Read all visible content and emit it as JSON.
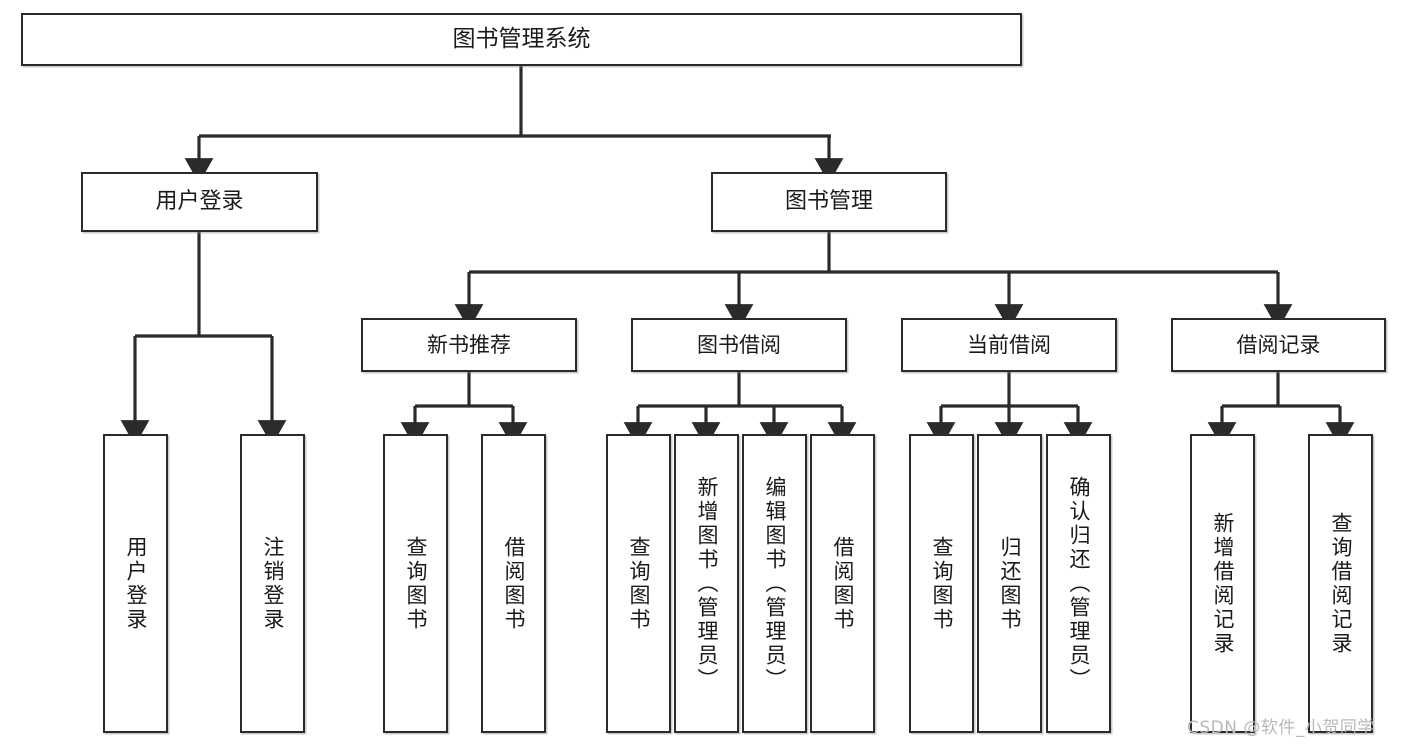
{
  "diagram": {
    "title": "图书管理系统",
    "watermark": "CSDN @软件_小贺同学",
    "colors": {
      "stroke": "#2b2b2b",
      "fill": "#ffffff",
      "text": "#1a1a1a",
      "watermark": "#b9b9b9"
    },
    "root": {
      "id": "root",
      "label": "图书管理系统"
    },
    "level1": [
      {
        "id": "user-login",
        "label": "用户登录"
      },
      {
        "id": "book-manage",
        "label": "图书管理"
      }
    ],
    "level2": [
      {
        "id": "new-book-recommend",
        "label": "新书推荐",
        "parent": "book-manage"
      },
      {
        "id": "book-borrow",
        "label": "图书借阅",
        "parent": "book-manage"
      },
      {
        "id": "current-borrow",
        "label": "当前借阅",
        "parent": "book-manage"
      },
      {
        "id": "borrow-record",
        "label": "借阅记录",
        "parent": "book-manage"
      }
    ],
    "leaves": [
      {
        "id": "leaf-user-login",
        "label": "用户登录",
        "parent": "user-login"
      },
      {
        "id": "leaf-logout-login",
        "label": "注销登录",
        "parent": "user-login"
      },
      {
        "id": "leaf-query-book-1",
        "label": "查询图书",
        "parent": "new-book-recommend"
      },
      {
        "id": "leaf-borrow-book-1",
        "label": "借阅图书",
        "parent": "new-book-recommend"
      },
      {
        "id": "leaf-query-book-2",
        "label": "查询图书",
        "parent": "book-borrow"
      },
      {
        "id": "leaf-add-book",
        "label": "新增图书（管理员）",
        "parent": "book-borrow"
      },
      {
        "id": "leaf-edit-book",
        "label": "编辑图书（管理员）",
        "parent": "book-borrow"
      },
      {
        "id": "leaf-borrow-book-2",
        "label": "借阅图书",
        "parent": "book-borrow"
      },
      {
        "id": "leaf-query-book-3",
        "label": "查询图书",
        "parent": "current-borrow"
      },
      {
        "id": "leaf-return-book",
        "label": "归还图书",
        "parent": "current-borrow"
      },
      {
        "id": "leaf-confirm-return",
        "label": "确认归还（管理员）",
        "parent": "current-borrow"
      },
      {
        "id": "leaf-add-record",
        "label": "新增借阅记录",
        "parent": "borrow-record"
      },
      {
        "id": "leaf-query-record",
        "label": "查询借阅记录",
        "parent": "borrow-record"
      }
    ]
  }
}
